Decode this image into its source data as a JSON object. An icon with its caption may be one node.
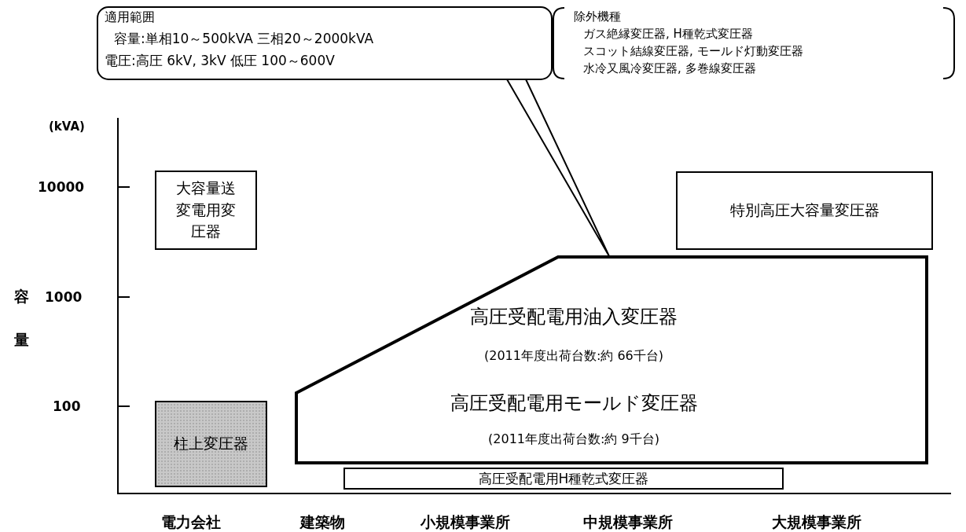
{
  "diagram": {
    "nodes": [
      {
        "text": [
          "適用範囲",
          "容量:単相10～500kVA 三相20～2000kVA",
          "電圧:高圧 6kV, 3kV 低圧 100～600V"
        ]
      },
      {
        "text": [
          "除外機種",
          "ガス絶縁変圧器, H種乾式変圧器",
          "スコット結線変圧器, モールド灯動変圧器",
          "水冷又風冷変圧器, 多巻線変圧器"
        ]
      },
      {
        "text": [
          "大容量送変電用変圧器"
        ]
      },
      {
        "text": [
          "特別高圧大容量変圧器"
        ]
      },
      {
        "text": [
          "高圧受配電用油入変圧器",
          "(2011年度出荷台数:約 66千台)",
          "高圧受配電用モールド変圧器",
          "(2011年度出荷台数:約 9千台)"
        ]
      },
      {
        "text": [
          "柱上変圧器"
        ]
      },
      {
        "text": [
          "高圧受配電用H種乾式変圧器"
        ]
      }
    ],
    "edges": [
      {
        "from": 0,
        "to": 4,
        "arrow": "none"
      }
    ],
    "labels": [
      "(kVA)",
      "10000",
      "1000",
      "100",
      "容量",
      "電力会社",
      "建築物",
      "小規模事業所",
      "中規模事業所",
      "大規模事業所"
    ]
  }
}
